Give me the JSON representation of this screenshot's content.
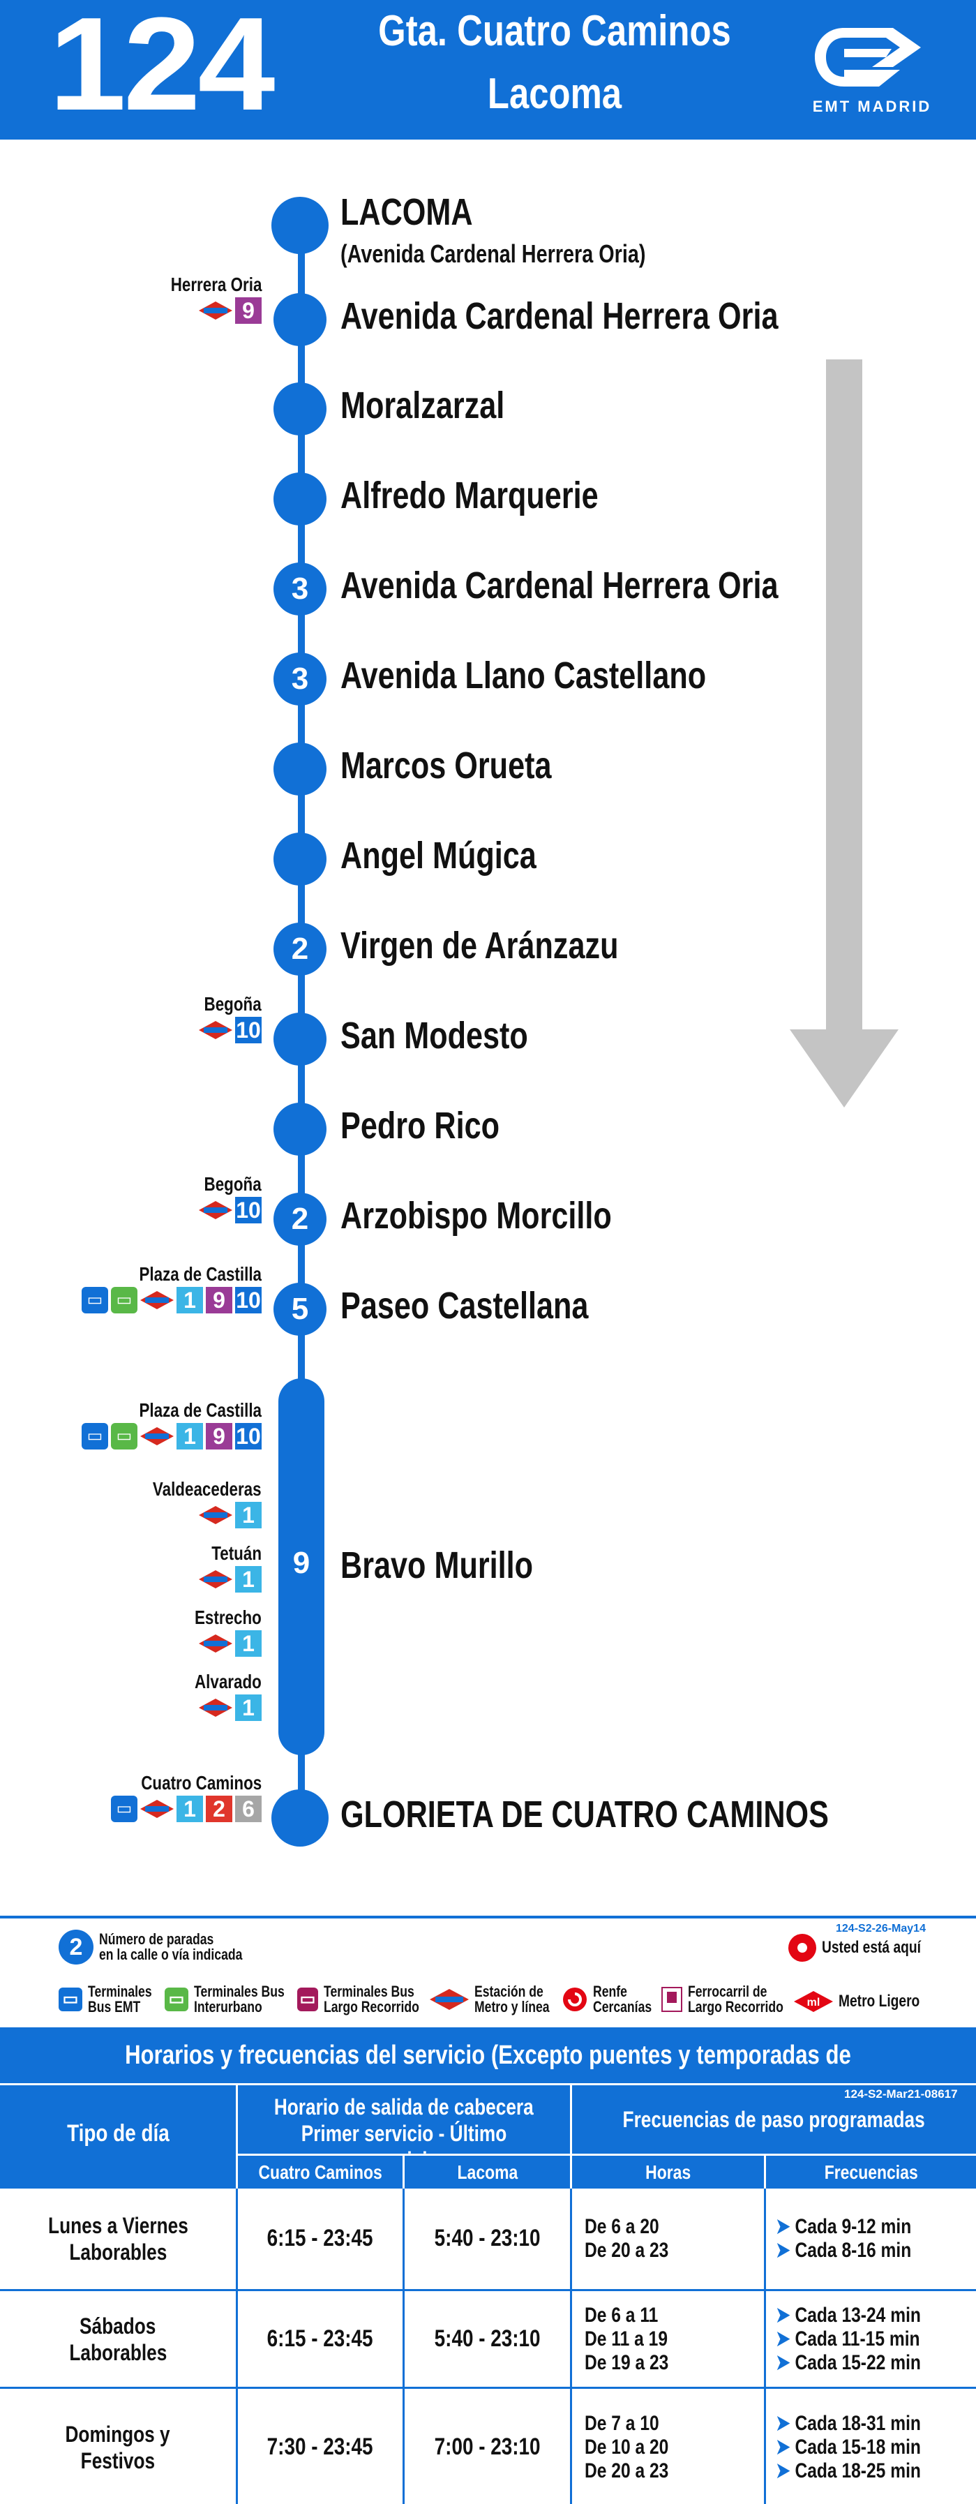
{
  "header": {
    "line_number": "124",
    "destination_line1": "Gta. Cuatro Caminos",
    "destination_line2": "Lacoma",
    "brand": "EMT MADRID"
  },
  "colors": {
    "primary": "#1170d6",
    "metro": "#d6291f",
    "metro_line1": "#3bb5e6",
    "metro_line9": "#9a3b96",
    "metro_line10": "#1170d6",
    "metro_line2": "#e0362c",
    "metro_line6": "#a6a6a6",
    "bus_emt": "#1170d6",
    "bus_interurbano": "#59b847",
    "bus_largo": "#a3195b",
    "arrow": "#c4c4c4"
  },
  "stops": [
    {
      "name": "LACOMA",
      "sub": "(Avenida Cardenal Herrera Oria)",
      "count": ""
    },
    {
      "name": "Avenida Cardenal Herrera Oria",
      "count": "",
      "connection": {
        "label": "Herrera Oria",
        "lines": [
          "9"
        ]
      }
    },
    {
      "name": "Moralzarzal",
      "count": ""
    },
    {
      "name": "Alfredo Marquerie",
      "count": ""
    },
    {
      "name": "Avenida Cardenal Herrera Oria",
      "count": "3"
    },
    {
      "name": "Avenida Llano Castellano",
      "count": "3"
    },
    {
      "name": "Marcos Orueta",
      "count": ""
    },
    {
      "name": "Angel Múgica",
      "count": ""
    },
    {
      "name": "Virgen de Aránzazu",
      "count": "2"
    },
    {
      "name": "San Modesto",
      "count": "",
      "connection": {
        "label": "Begoña",
        "lines": [
          "10"
        ]
      }
    },
    {
      "name": "Pedro Rico",
      "count": ""
    },
    {
      "name": "Arzobispo Morcillo",
      "count": "2",
      "connection": {
        "label": "Begoña",
        "lines": [
          "10"
        ]
      }
    },
    {
      "name": "Paseo Castellana",
      "count": "5",
      "connection": {
        "label": "Plaza de Castilla",
        "lines": [
          "1",
          "9",
          "10"
        ]
      }
    },
    {
      "name": "Bravo Murillo",
      "count": "9"
    },
    {
      "name": "GLORIETA DE CUATRO CAMINOS",
      "count": "",
      "connection": {
        "label": "Cuatro Caminos",
        "lines": [
          "1",
          "2",
          "6"
        ]
      }
    }
  ],
  "bravo_connections": [
    {
      "label": "Plaza de Castilla",
      "lines": [
        "1",
        "9",
        "10"
      ]
    },
    {
      "label": "Valdeacederas",
      "lines": [
        "1"
      ]
    },
    {
      "label": "Tetuán",
      "lines": [
        "1"
      ]
    },
    {
      "label": "Estrecho",
      "lines": [
        "1"
      ]
    },
    {
      "label": "Alvarado",
      "lines": [
        "1"
      ]
    }
  ],
  "codes": {
    "route_code": "124-S2-26-May14",
    "table_code": "124-S2-Mar21-08617"
  },
  "legend": {
    "count_number": "2",
    "count_text_1": "Número de paradas",
    "count_text_2": "en la calle o vía indicada",
    "here": "Usted está aquí",
    "items": [
      {
        "l1": "Terminales",
        "l2": "Bus EMT"
      },
      {
        "l1": "Terminales Bus",
        "l2": "Interurbano"
      },
      {
        "l1": "Terminales Bus",
        "l2": "Largo Recorrido"
      },
      {
        "l1": "Estación de",
        "l2": "Metro y línea"
      },
      {
        "l1": "Renfe",
        "l2": "Cercanías"
      },
      {
        "l1": "Ferrocarril de",
        "l2": "Largo Recorrido"
      },
      {
        "l1": "Metro Ligero",
        "l2": ""
      }
    ],
    "ml": "ml"
  },
  "table": {
    "title": "Horarios y frecuencias del servicio (Excepto puentes y temporadas de Semana Santa y Verano)",
    "col_tipo": "Tipo de día",
    "col_horario_1": "Horario de salida de cabecera",
    "col_horario_2": "Primer servicio - Último servicio",
    "col_freq": "Frecuencias de paso programadas",
    "sub_cuatro": "Cuatro Caminos",
    "sub_lacoma": "Lacoma",
    "sub_horas": "Horas",
    "sub_frecuencias": "Frecuencias",
    "rows": [
      {
        "tipo1": "Lunes a Viernes",
        "tipo2": "Laborables",
        "cuatro": "6:15 - 23:45",
        "lacoma": "5:40 - 23:10",
        "horas": [
          "De 6 a 20",
          "De 20 a 23"
        ],
        "freqs": [
          "Cada 9-12 min",
          "Cada 8-16 min"
        ]
      },
      {
        "tipo1": "Sábados",
        "tipo2": "Laborables",
        "cuatro": "6:15 - 23:45",
        "lacoma": "5:40 - 23:10",
        "horas": [
          "De 6 a 11",
          "De 11 a 19",
          "De 19 a 23"
        ],
        "freqs": [
          "Cada 13-24 min",
          "Cada 11-15 min",
          "Cada 15-22 min"
        ]
      },
      {
        "tipo1": "Domingos y",
        "tipo2": "Festivos",
        "cuatro": "7:30 - 23:45",
        "lacoma": "7:00 - 23:10",
        "horas": [
          "De 7 a 10",
          "De 10 a 20",
          "De 20 a 23"
        ],
        "freqs": [
          "Cada 18-31 min",
          "Cada 15-18 min",
          "Cada 18-25 min"
        ]
      }
    ]
  }
}
